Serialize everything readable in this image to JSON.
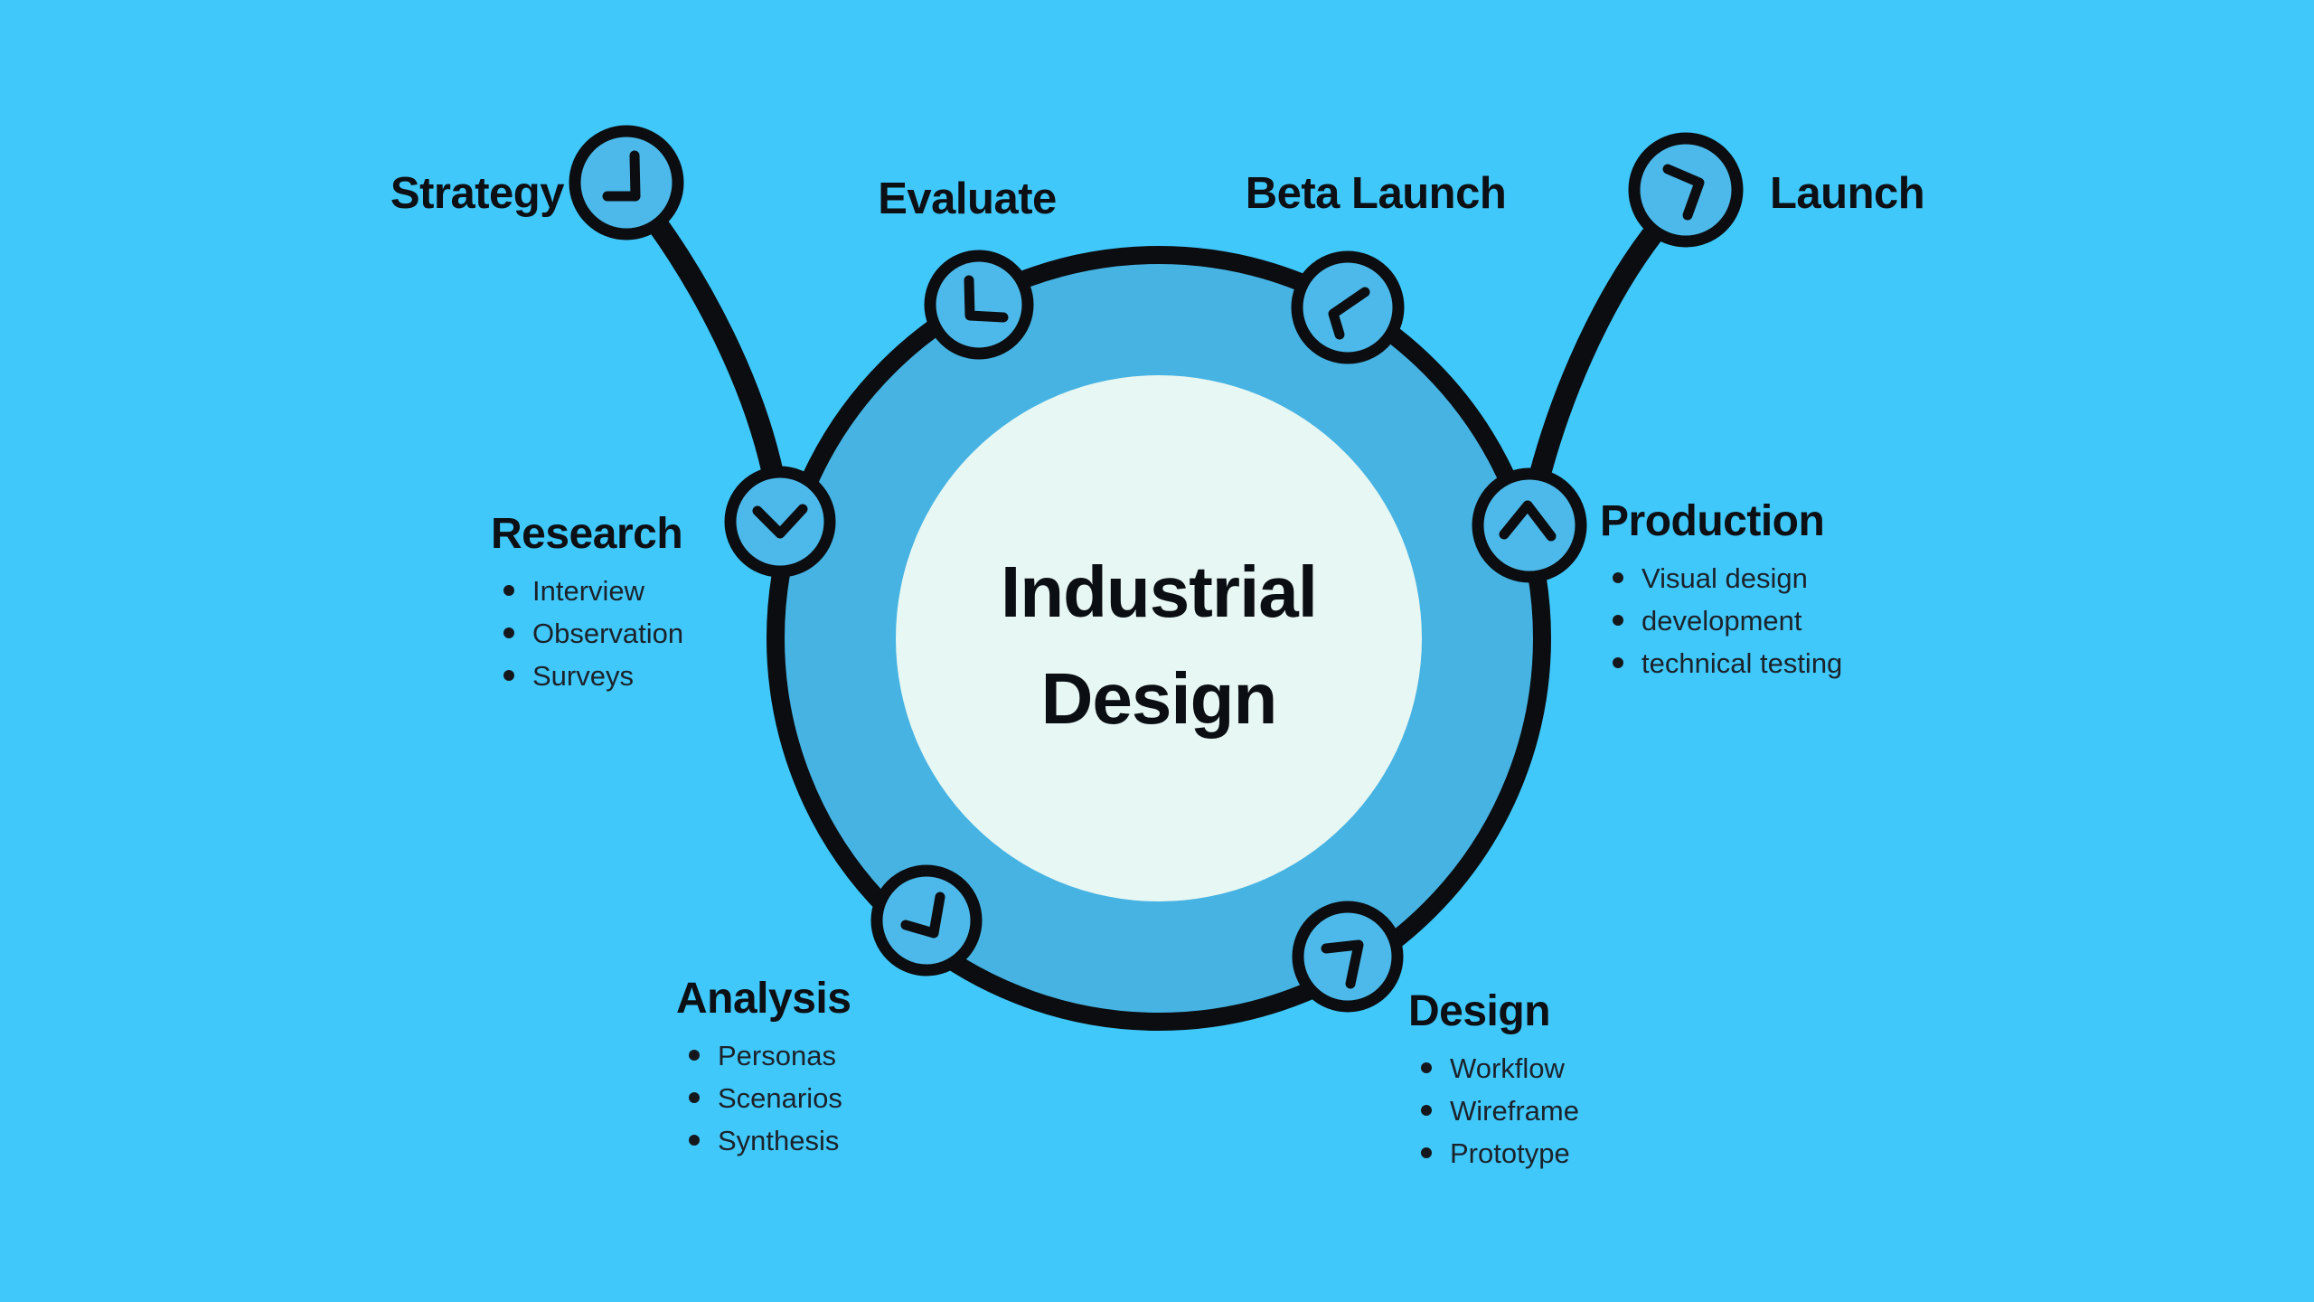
{
  "center": {
    "line1": "Industrial",
    "line2": "Design"
  },
  "milestones": {
    "strategy": {
      "label": "Strategy"
    },
    "evaluate": {
      "label": "Evaluate"
    },
    "beta_launch": {
      "label": "Beta Launch"
    },
    "launch": {
      "label": "Launch"
    }
  },
  "sections": {
    "research": {
      "label": "Research",
      "items": [
        "Interview",
        "Observation",
        "Surveys"
      ]
    },
    "production": {
      "label": "Production",
      "items": [
        "Visual design",
        "development",
        "technical testing"
      ]
    },
    "analysis": {
      "label": "Analysis",
      "items": [
        "Personas",
        "Scenarios",
        "Synthesis"
      ]
    },
    "design": {
      "label": "Design",
      "items": [
        "Workflow",
        "Wireframe",
        "Prototype"
      ]
    }
  },
  "colors": {
    "background": "#40c8fb",
    "ring_band": "#46b3e3",
    "node_fill": "#4cb9ea",
    "center_circle": "#e7f7f3",
    "line_black": "#0b0d10"
  }
}
